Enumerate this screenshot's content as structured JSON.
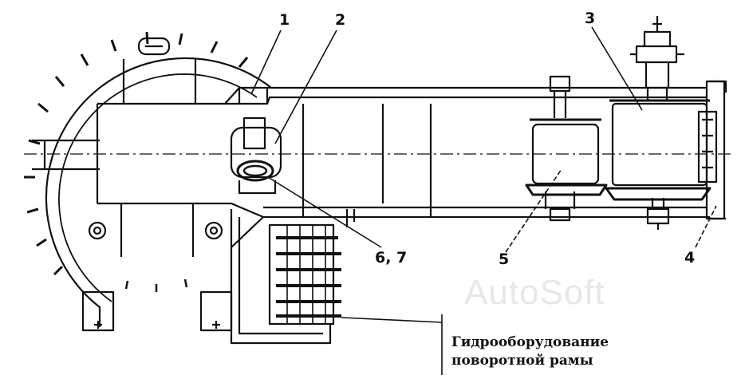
{
  "drawing": {
    "callouts": [
      "1",
      "2",
      "3",
      "4",
      "5",
      "6, 7"
    ],
    "caption_line1": "Гидрооборудование",
    "caption_line2": "поворотной рамы",
    "watermark": "AutoSoft"
  }
}
